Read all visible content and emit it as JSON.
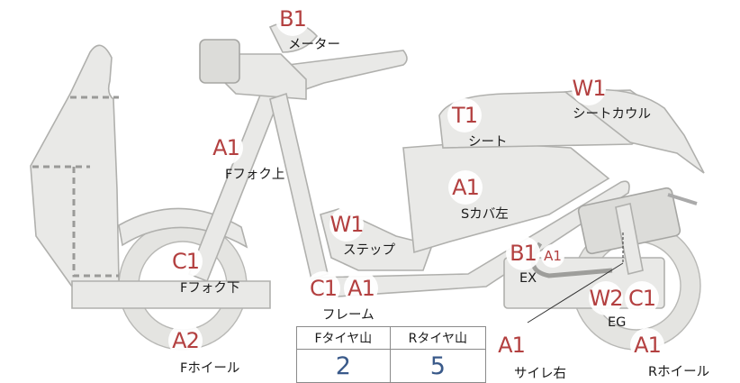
{
  "diagram": {
    "colors": {
      "body_fill": "#e9e9e7",
      "outline": "#b0b0ad",
      "marker_text": "#b34040",
      "tread_value": "#3a5a8a"
    },
    "markers": [
      {
        "id": "meter",
        "code": "B1",
        "label": "メーター"
      },
      {
        "id": "ffork-upper",
        "code": "A1",
        "label": "Fフォク上"
      },
      {
        "id": "ffork-lower",
        "code": "C1",
        "label": "Fフォク下"
      },
      {
        "id": "fwheel",
        "code": "A2",
        "label": "Fホイール"
      },
      {
        "id": "step",
        "code": "W1",
        "label": "ステップ"
      },
      {
        "id": "frame-c",
        "code": "C1",
        "label": ""
      },
      {
        "id": "frame-a",
        "code": "A1",
        "label": "フレーム"
      },
      {
        "id": "seat",
        "code": "T1",
        "label": "シート"
      },
      {
        "id": "seat-cowl",
        "code": "W1",
        "label": "シートカウル"
      },
      {
        "id": "side-cover-left",
        "code": "A1",
        "label": "Sカバ左"
      },
      {
        "id": "exhaust-b",
        "code": "B1",
        "label": "EX"
      },
      {
        "id": "exhaust-a",
        "code": "A1",
        "label": ""
      },
      {
        "id": "engine-w",
        "code": "W2",
        "label": ""
      },
      {
        "id": "engine-c",
        "code": "C1",
        "label": "EG"
      },
      {
        "id": "muffler-right",
        "code": "A1",
        "label": "サイレ右"
      },
      {
        "id": "rwheel",
        "code": "A1",
        "label": "Rホイール"
      }
    ],
    "tread": {
      "front_label": "Fタイヤ山",
      "rear_label": "Rタイヤ山",
      "front_value": "2",
      "rear_value": "5"
    }
  }
}
